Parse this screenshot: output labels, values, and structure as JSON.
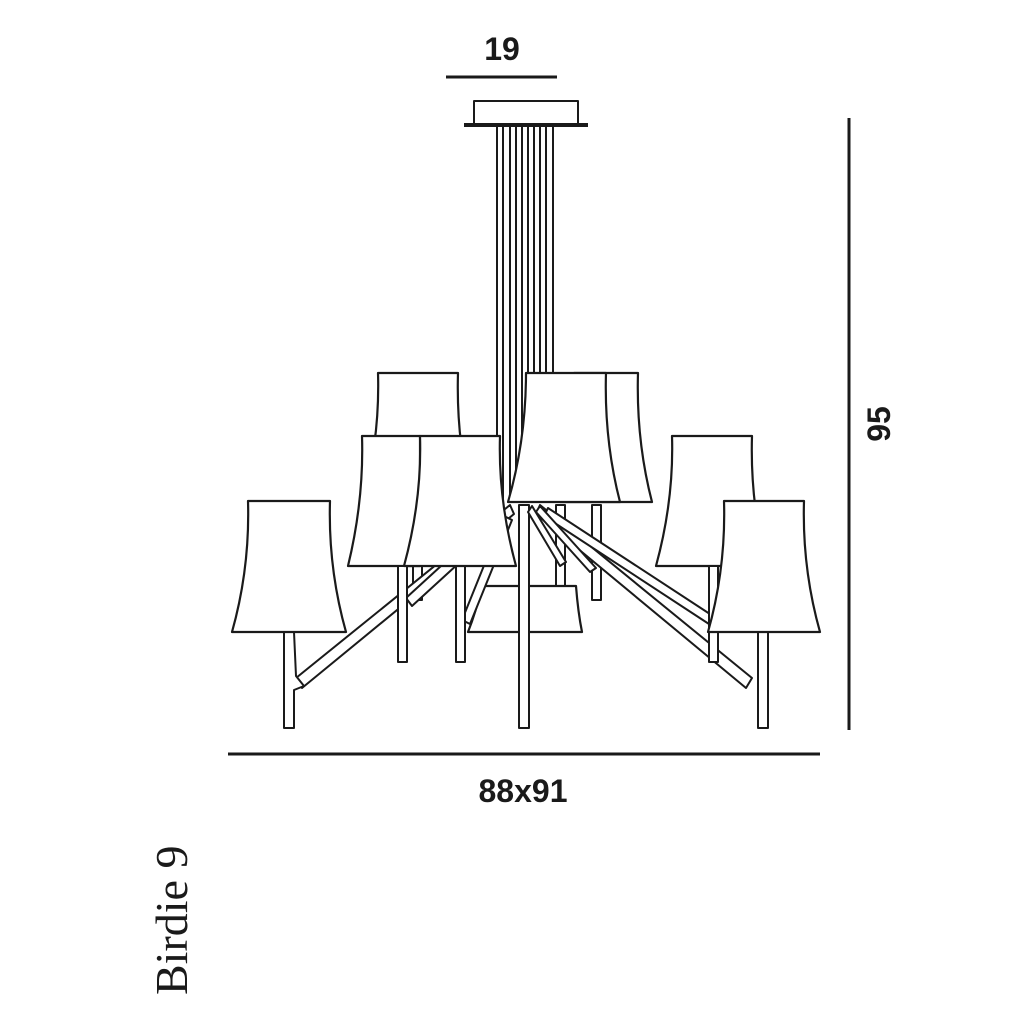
{
  "dimensions": {
    "canopy_width": "19",
    "height": "95",
    "overall_width": "88x91"
  },
  "product_name": "Birdie 9"
}
